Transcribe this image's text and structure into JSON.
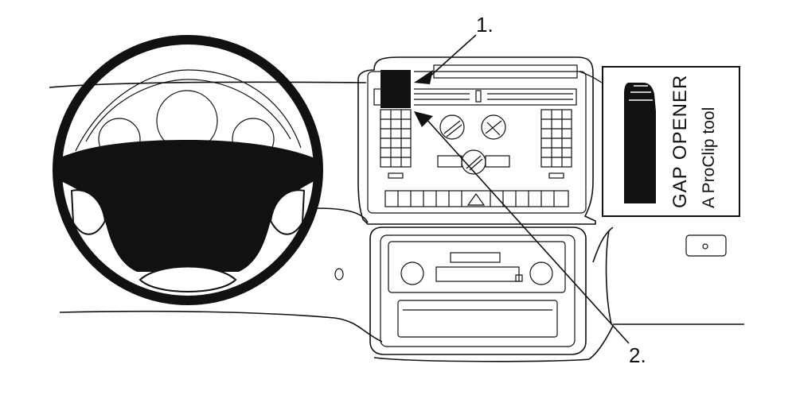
{
  "diagram": {
    "callouts": [
      {
        "id": "1",
        "text": "1."
      },
      {
        "id": "2",
        "text": "2."
      }
    ],
    "tool_label": {
      "title": "GAP OPENER",
      "subtitle": "A ProClip tool"
    },
    "colors": {
      "ink": "#111111",
      "paper": "#ffffff"
    },
    "icons": [
      "steering-wheel-icon",
      "vent-icon",
      "hazard-icon",
      "cassette-slot-icon",
      "gap-opener-tool-icon"
    ]
  }
}
